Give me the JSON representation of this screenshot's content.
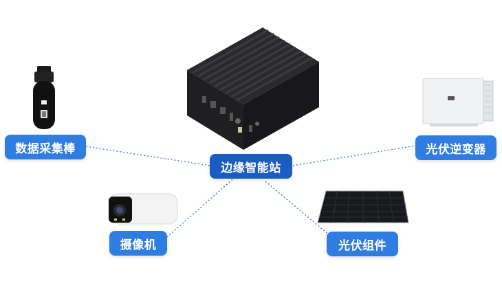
{
  "center": {
    "label": "边缘智能站",
    "icon": "edge-box-icon"
  },
  "nodes": [
    {
      "id": "collector",
      "label": "数据采集棒",
      "icon": "data-stick-icon"
    },
    {
      "id": "inverter",
      "label": "光伏逆变器",
      "icon": "inverter-icon"
    },
    {
      "id": "camera",
      "label": "摄像机",
      "icon": "camera-icon"
    },
    {
      "id": "panel",
      "label": "光伏组件",
      "icon": "solar-panel-icon"
    }
  ],
  "colors": {
    "pill": "#2f7de1",
    "center_pill": "#1b5cc2",
    "link": "#2f7de1"
  }
}
